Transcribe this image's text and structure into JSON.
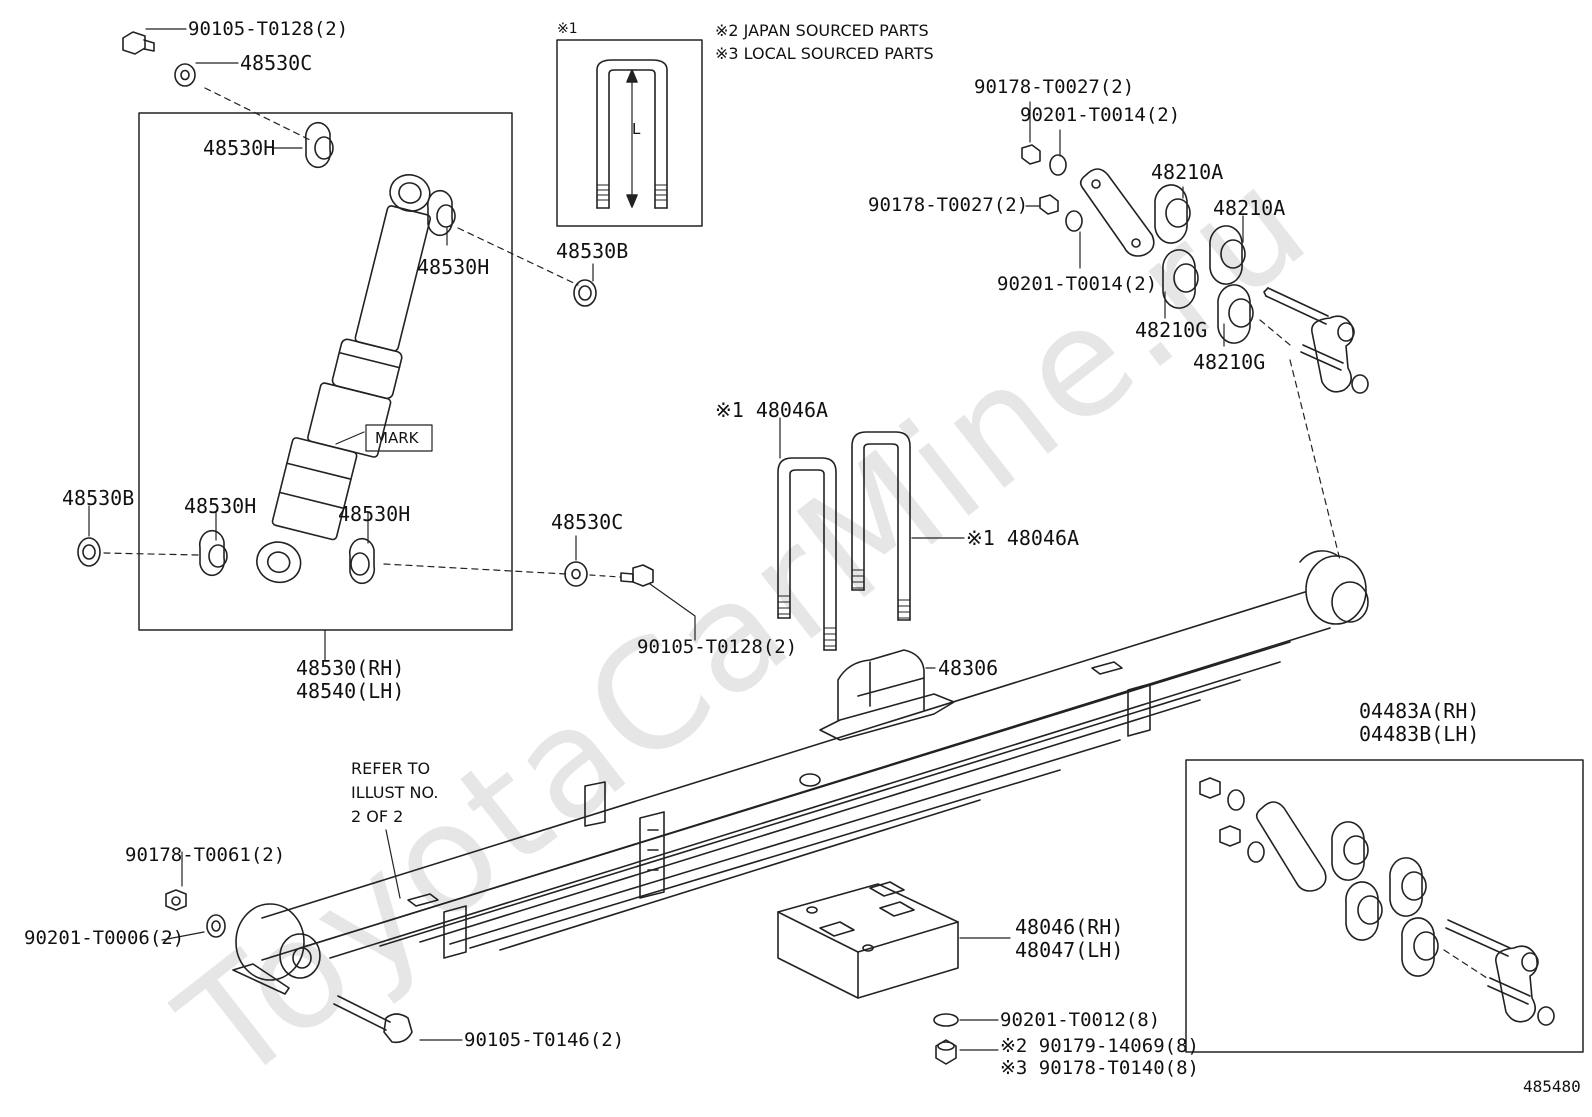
{
  "watermark": "ToyotaCarMine.ru",
  "notes": {
    "japan": "※2 JAPAN SOURCED PARTS",
    "local": "※3 LOCAL SOURCED PARTS",
    "inset1": "※1",
    "L": "L",
    "mark": "MARK",
    "refer1": "REFER TO",
    "refer2": "ILLUST NO.",
    "refer3": "2 OF 2"
  },
  "labels": {
    "bolt_top": "90105-T0128(2)",
    "washer_top": "48530C",
    "bush_h1": "48530H",
    "bush_h2": "48530H",
    "retainer_b1": "48530B",
    "retainer_b2": "48530B",
    "bush_h3": "48530H",
    "bush_h4": "48530H",
    "washer_mid": "48530C",
    "bolt_mid": "90105-T0128(2)",
    "shock_rh": "48530(RH)",
    "shock_lh": "48540(LH)",
    "nut_a": "90178-T0027(2)",
    "washer_a": "90201-T0014(2)",
    "nut_b": "90178-T0027(2)",
    "washer_b": "90201-T0014(2)",
    "bush_210a1": "48210A",
    "bush_210a2": "48210A",
    "bush_210g1": "48210G",
    "bush_210g2": "48210G",
    "ubolt1": "※1 48046A",
    "ubolt2": "※1 48046A",
    "bumper": "48306",
    "kit_rh": "04483A(RH)",
    "kit_lh": "04483B(LH)",
    "nut_front": "90178-T0061(2)",
    "washer_front": "90201-T0006(2)",
    "plate_rh": "48046(RH)",
    "plate_lh": "48047(LH)",
    "bolt_front": "90105-T0146(2)",
    "washer_plate": "90201-T0012(8)",
    "nut_plate_japan": "※2 90179-14069(8)",
    "nut_plate_local": "※3 90178-T0140(8)",
    "illustration_no": "485480"
  }
}
